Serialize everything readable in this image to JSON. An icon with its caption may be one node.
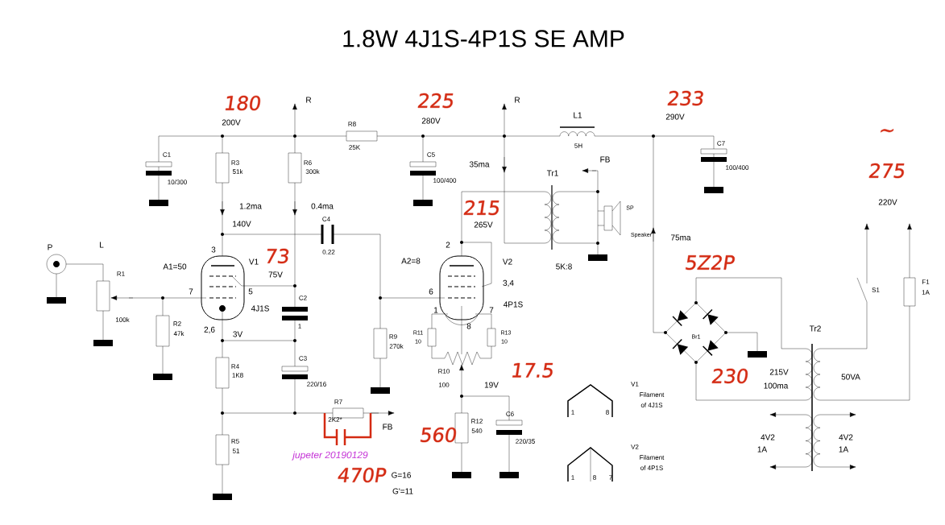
{
  "diagram": {
    "title": "1.8W 4J1S-4P1S SE AMP",
    "labels": [
      "180",
      "R",
      "225",
      "R",
      "233",
      "200V",
      "280V",
      "L1",
      "290V",
      "R8",
      "25K",
      "5H",
      "~",
      "C1",
      "R3",
      "51k",
      "R6",
      "300k",
      "C5",
      "C7",
      "FB",
      "10/300",
      "100/400",
      "100/400",
      "275",
      "35ma",
      "Tr1",
      "1.2ma",
      "0.4ma",
      "215",
      "220V",
      "140V",
      "C4",
      "265V",
      "SP",
      "Speaker",
      "75ma",
      "P",
      "L",
      "3",
      "73",
      "0.22",
      "2",
      "A1=50",
      "V1",
      "A2=8",
      "V2",
      "5K:8",
      "R1",
      "75V",
      "7",
      "5",
      "6",
      "3,4",
      "S1",
      "F1",
      "1A",
      "C2",
      "4J1S",
      "4P1S",
      "5Z2P",
      "1",
      "7",
      "Br1",
      "Tr2",
      "100k",
      "R2",
      "47k",
      "2,6",
      "3V",
      "1",
      "8",
      "R11",
      "10",
      "R13",
      "10",
      "R9",
      "270k",
      "C3",
      "R4",
      "1K8",
      "220/16",
      "R10",
      "100",
      "19V",
      "17.5",
      "230",
      "215V",
      "100ma",
      "50VA",
      "V1",
      "Filament",
      "of 4J1S",
      "1",
      "8",
      "R7",
      "2K2*",
      "FB",
      "C6",
      "R12",
      "540",
      "220/35",
      "560",
      "4V2",
      "1A",
      "4V2",
      "1A",
      "R5",
      "51",
      "jupeter 20190129",
      "V2",
      "Filament",
      "of 4P1S",
      "1",
      "8",
      "7",
      "470P",
      "G=16",
      "G'=11"
    ]
  }
}
